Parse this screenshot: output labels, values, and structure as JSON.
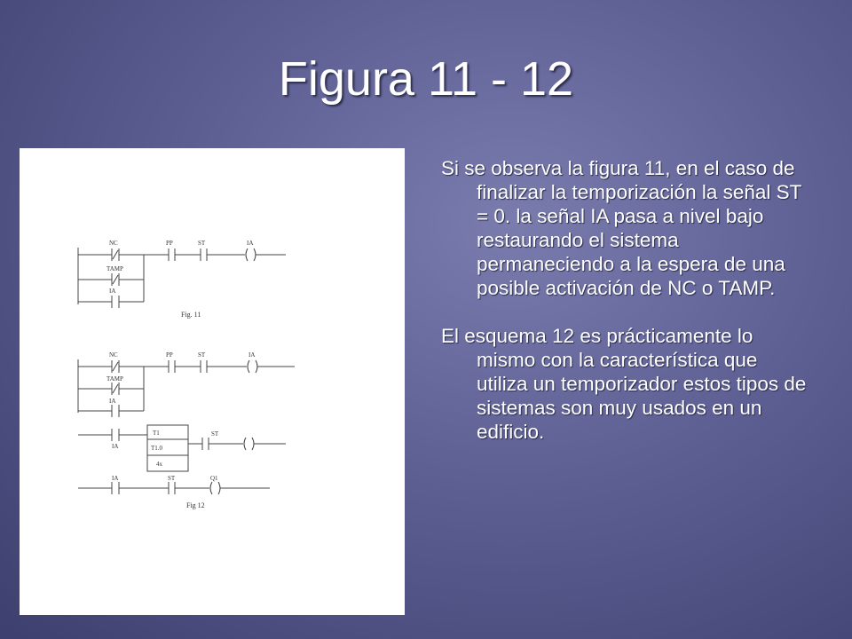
{
  "slide": {
    "title": "Figura 11 - 12"
  },
  "figure": {
    "fig11": {
      "labels": {
        "nc": "NC",
        "pp": "PP",
        "st": "ST",
        "ia_coil": "IA",
        "tamp": "TAMP",
        "ia": "IA"
      },
      "caption": "Fig. 11"
    },
    "fig12": {
      "labels": {
        "nc": "NC",
        "pp": "PP",
        "st": "ST",
        "ia_coil": "IA",
        "tamp": "TAMP",
        "ia": "IA",
        "ia_timer": "IA",
        "timer_name": "T1",
        "timer_input": "T1.0",
        "timer_preset": "4x",
        "st_coil": "ST",
        "ia_last": "IA",
        "st_last": "ST",
        "q1": "Q1"
      },
      "caption": "Fig 12"
    }
  },
  "body": {
    "paragraph1": "Si se observa la figura 11, en el caso de finalizar la temporización la señal ST = 0. la señal IA pasa a nivel bajo restaurando el sistema permaneciendo a la espera de una posible activación de NC o TAMP.",
    "paragraph2": "El esquema 12 es prácticamente lo mismo con la característica que utiliza un temporizador estos tipos de sistemas son muy usados  en un edificio."
  }
}
